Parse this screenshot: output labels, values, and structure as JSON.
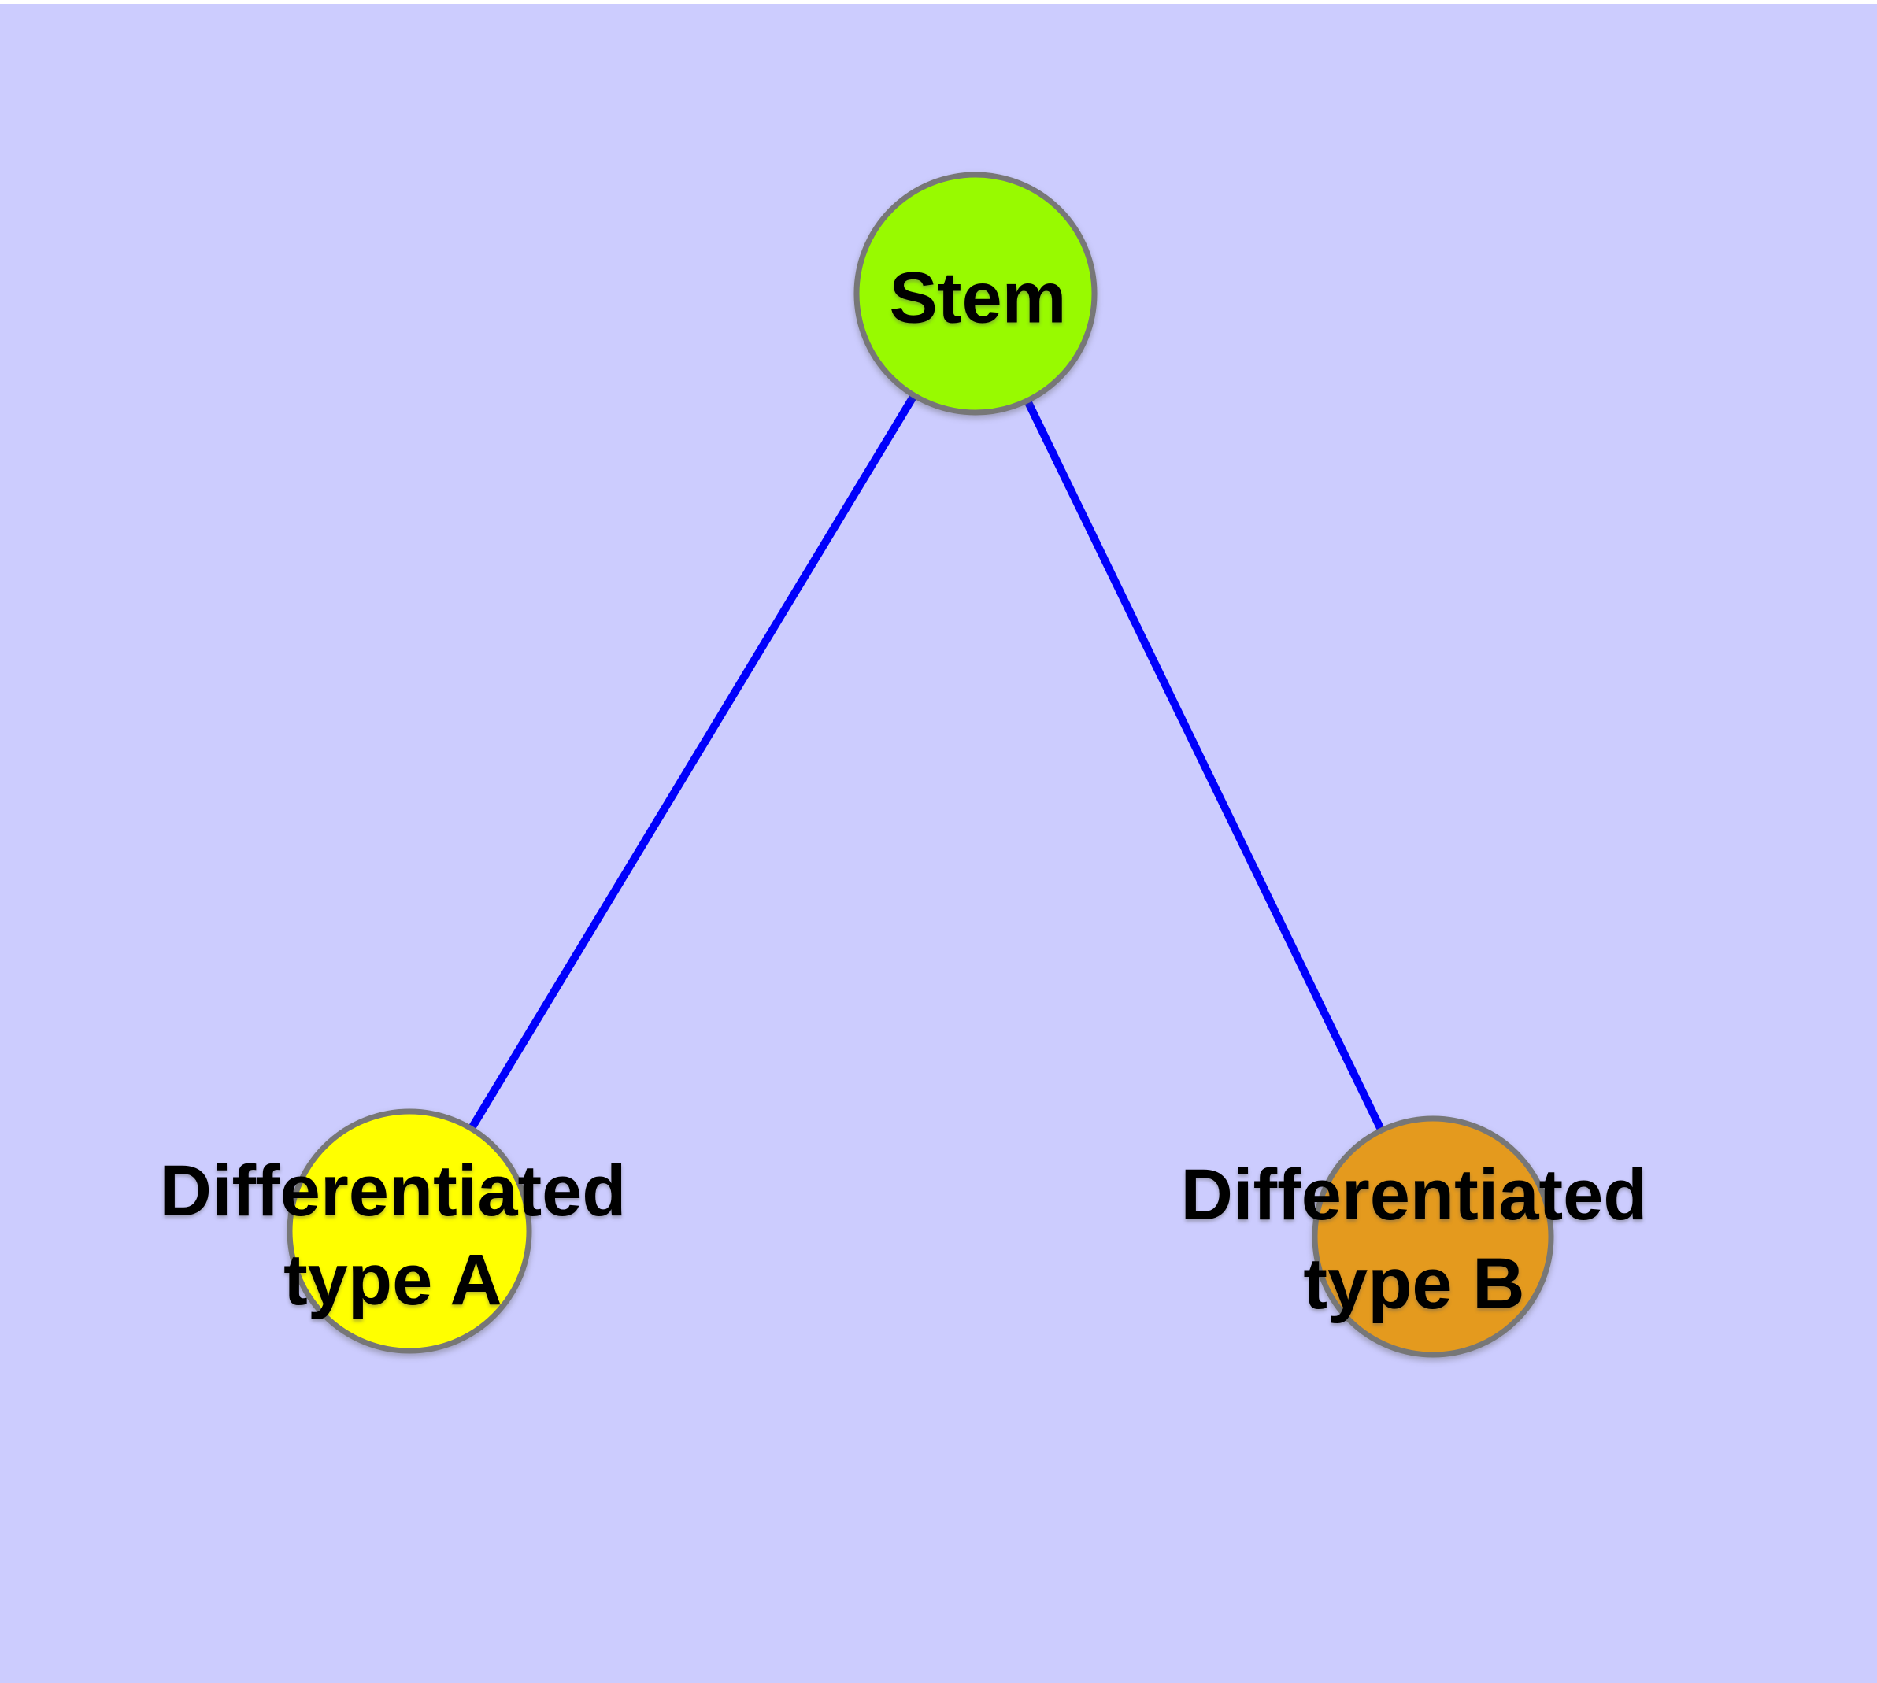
{
  "canvas": {
    "background_color": "#CCCCFE",
    "top_border_color": "#FFFFFF"
  },
  "diagram": {
    "type": "graph",
    "description": "Stem cell differentiation tree: one stem node branching to two differentiated cell types",
    "nodes": [
      {
        "id": "stem",
        "label": "Stem",
        "color": "#98FA00",
        "border_color": "#777777"
      },
      {
        "id": "type-a",
        "label": "Differentiated\ntype A",
        "color": "#FFFF00",
        "border_color": "#777777"
      },
      {
        "id": "type-b",
        "label": "Differentiated\ntype B",
        "color": "#E49A1E",
        "border_color": "#777777"
      }
    ],
    "edges": [
      {
        "from": "stem",
        "to": "type-a",
        "color": "#0000FB"
      },
      {
        "from": "stem",
        "to": "type-b",
        "color": "#0000FB"
      }
    ]
  }
}
